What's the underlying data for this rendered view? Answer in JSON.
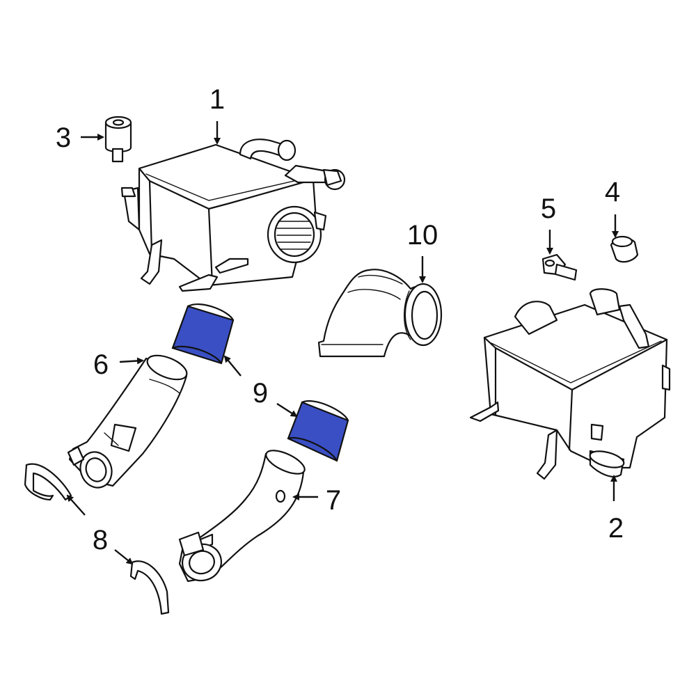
{
  "colors": {
    "highlight": "#3a4fc4",
    "line": "#111111",
    "background": "#ffffff"
  },
  "callouts": {
    "c1": "1",
    "c2": "2",
    "c3": "3",
    "c4": "4",
    "c5": "5",
    "c6": "6",
    "c7": "7",
    "c8": "8",
    "c9": "9",
    "c10": "10"
  }
}
